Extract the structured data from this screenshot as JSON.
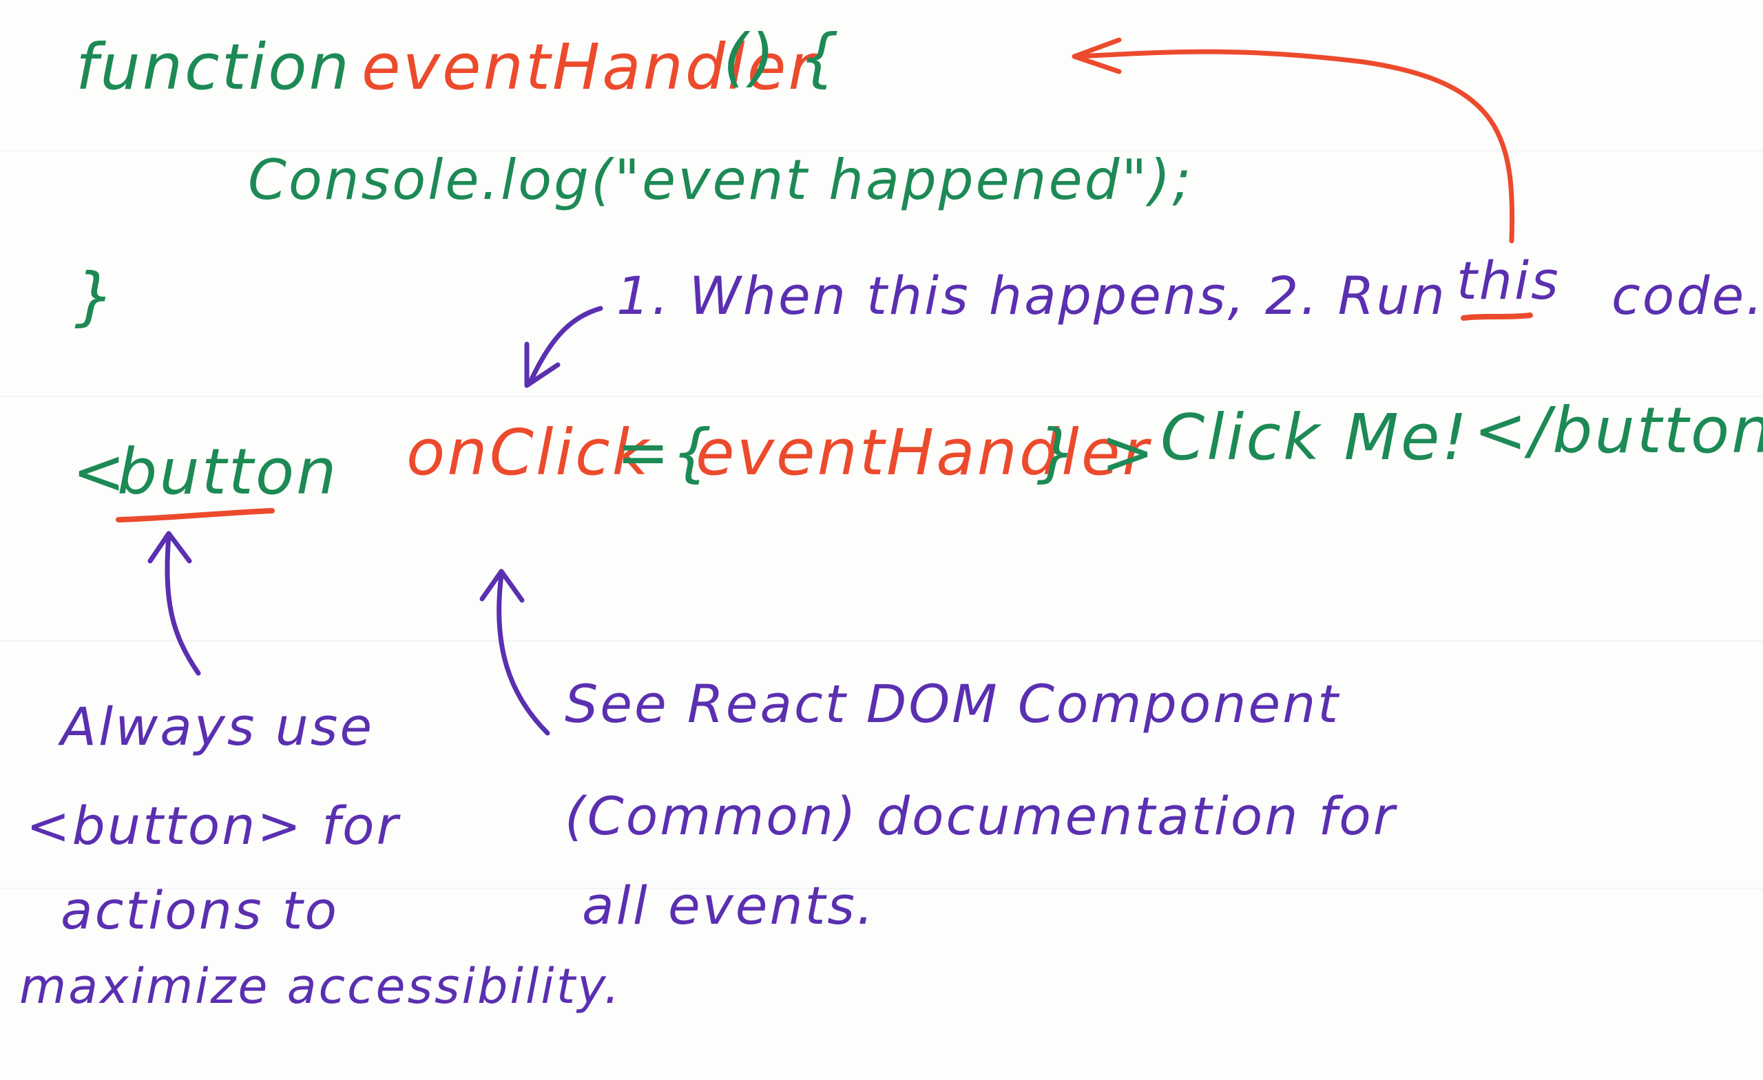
{
  "code": {
    "keyword_function": "function",
    "fn_name": "eventHandler",
    "fn_parens_brace": "() {",
    "console_line": "Console.log(\"event happened\");",
    "close_brace": "}",
    "button_open_bracket": "<",
    "button_tag": "button",
    "onclick_attr": "onClick",
    "attr_equals_brace": "={",
    "attr_handler": "eventHandler",
    "attr_close": "} >",
    "click_me": "Click Me!",
    "close_tag": "</button>"
  },
  "notes": {
    "when_this_happens": "1. When this happens, 2. Run",
    "this_word": "this",
    "code_word": "code.",
    "always_use_line1": "Always use",
    "always_use_line2": "<button> for",
    "always_use_line3": "actions to",
    "always_use_line4": "maximize accessibility.",
    "see_docs_line1": "See React DOM Component",
    "see_docs_line2": "(Common) documentation for",
    "see_docs_line3": "all events."
  },
  "colors": {
    "code_green": "#1d8a55",
    "highlight_red": "#ec4a2c",
    "note_purple": "#5a2fb0"
  }
}
